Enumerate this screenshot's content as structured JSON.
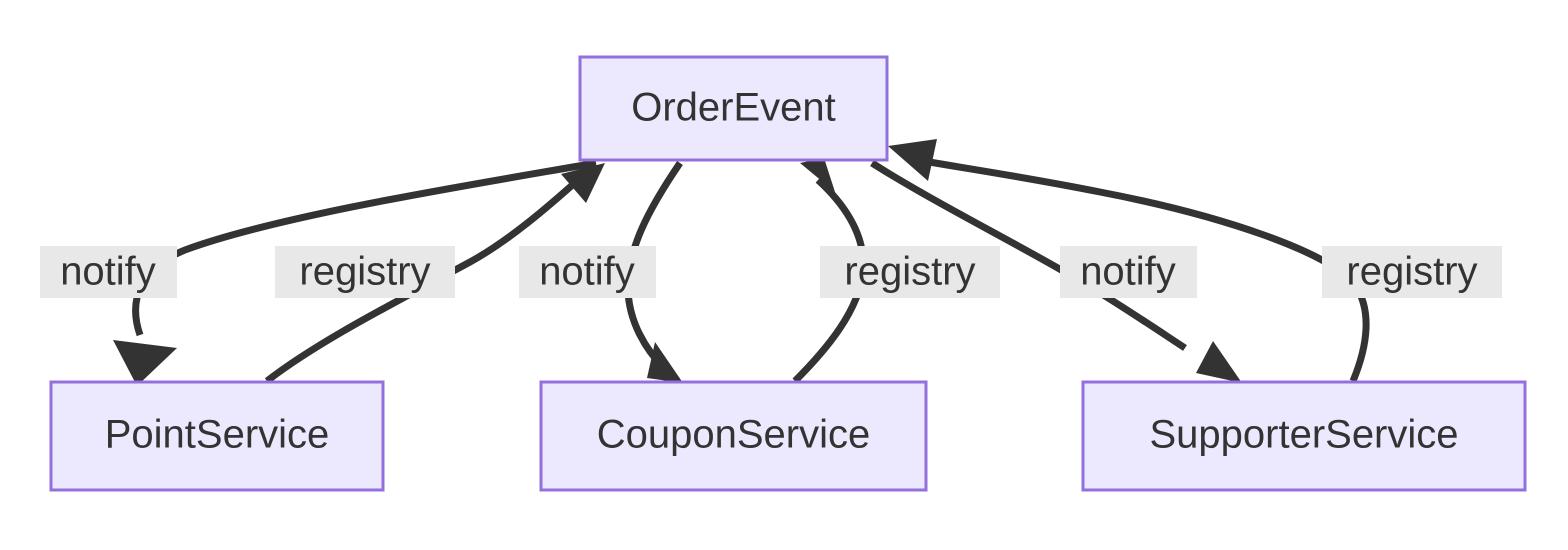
{
  "diagram": {
    "type": "flowchart",
    "direction": "top-down",
    "background": "#ffffff",
    "node_fill": "#ECE8FD",
    "node_stroke": "#9370DB",
    "edge_color": "#333333",
    "label_bg": "#E8E8E8",
    "text_color": "#333333",
    "nodes": [
      {
        "id": "OrderEvent",
        "label": "OrderEvent"
      },
      {
        "id": "PointService",
        "label": "PointService"
      },
      {
        "id": "CouponService",
        "label": "CouponService"
      },
      {
        "id": "SupporterService",
        "label": "SupporterService"
      }
    ],
    "edges": [
      {
        "from": "OrderEvent",
        "to": "PointService",
        "label": "notify"
      },
      {
        "from": "PointService",
        "to": "OrderEvent",
        "label": "registry"
      },
      {
        "from": "OrderEvent",
        "to": "CouponService",
        "label": "notify"
      },
      {
        "from": "CouponService",
        "to": "OrderEvent",
        "label": "registry"
      },
      {
        "from": "OrderEvent",
        "to": "SupporterService",
        "label": "notify"
      },
      {
        "from": "SupporterService",
        "to": "OrderEvent",
        "label": "registry"
      }
    ],
    "edge_labels": {
      "notify_point": "notify",
      "registry_point": "registry",
      "notify_coupon": "notify",
      "registry_coupon": "registry",
      "notify_supporter": "notify",
      "registry_supporter": "registry"
    }
  }
}
